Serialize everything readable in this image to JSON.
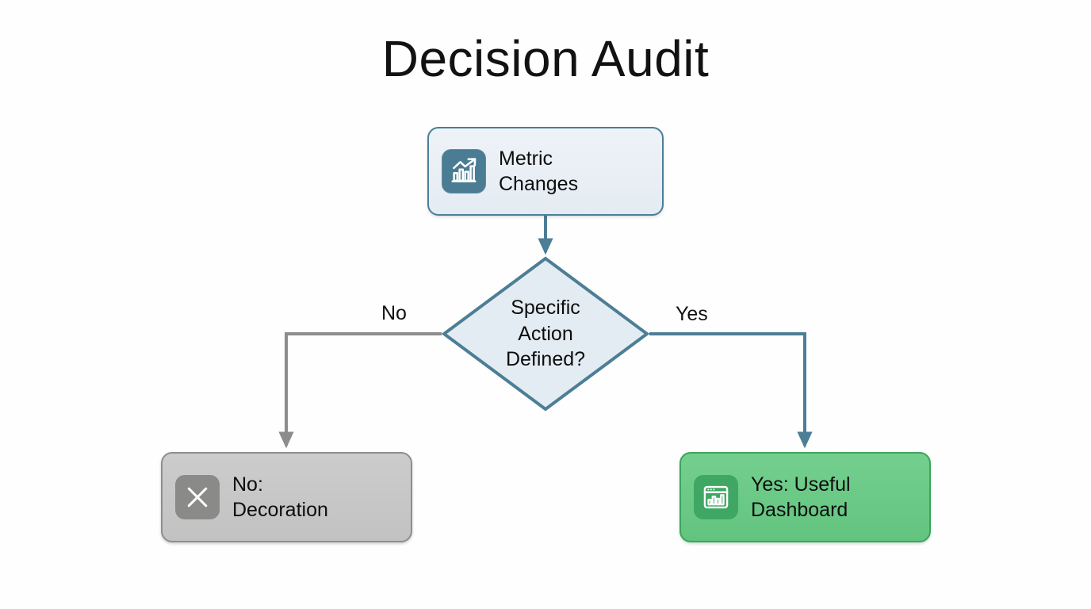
{
  "title": "Decision Audit",
  "colors": {
    "background": "#fefefe",
    "title_text": "#121212",
    "accent_teal": "#4c7e96",
    "process_fill": "#e8eef4",
    "decision_fill": "#e3ecf3",
    "negative_fill": "#c8c8c8",
    "negative_border": "#8e8e8e",
    "negative_icon_tile": "#8a8a88",
    "positive_fill": "#6ccb87",
    "positive_border": "#3da35d",
    "positive_icon_tile": "#3fa763",
    "edge_no": "#8c8c8c",
    "edge_yes": "#4c7e96"
  },
  "nodes": {
    "start": {
      "label": "Metric\nChanges",
      "icon": "bar-chart-trending-up-icon",
      "shape": "rounded-rectangle"
    },
    "decision": {
      "label": "Specific\nAction\nDefined?",
      "shape": "diamond"
    },
    "outcome_no": {
      "label": "No:\nDecoration",
      "icon": "close-x-icon",
      "shape": "rounded-rectangle"
    },
    "outcome_yes": {
      "label": "Yes: Useful\nDashboard",
      "icon": "dashboard-window-icon",
      "shape": "rounded-rectangle"
    }
  },
  "edges": [
    {
      "id": "start-to-decision",
      "from": "start",
      "to": "decision",
      "label": ""
    },
    {
      "id": "decision-to-no",
      "from": "decision",
      "to": "outcome_no",
      "label": "No"
    },
    {
      "id": "decision-to-yes",
      "from": "decision",
      "to": "outcome_yes",
      "label": "Yes"
    }
  ],
  "edge_labels": {
    "no": "No",
    "yes": "Yes"
  }
}
